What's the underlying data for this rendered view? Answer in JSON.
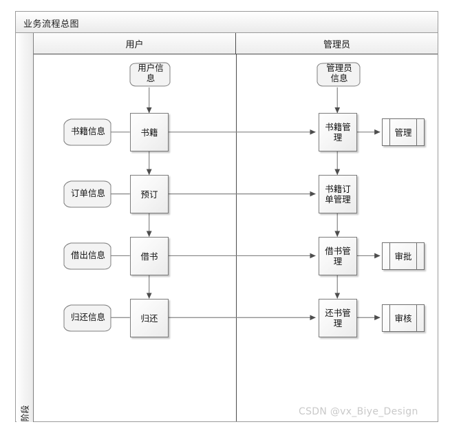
{
  "diagram": {
    "title": "业务流程总图",
    "phase_label": "阶段",
    "lanes": [
      {
        "id": "user",
        "label": "用户"
      },
      {
        "id": "admin",
        "label": "管理员"
      }
    ],
    "nodes": {
      "user_info": {
        "label": "用户信息",
        "shape": "document"
      },
      "book": {
        "label": "书籍",
        "shape": "process"
      },
      "book_info": {
        "label": "书籍信息",
        "shape": "document"
      },
      "reserve": {
        "label": "预订",
        "shape": "process"
      },
      "order_info": {
        "label": "订单信息",
        "shape": "document"
      },
      "borrow": {
        "label": "借书",
        "shape": "process"
      },
      "borrow_info": {
        "label": "借出信息",
        "shape": "document"
      },
      "return": {
        "label": "归还",
        "shape": "process"
      },
      "return_info": {
        "label": "归还信息",
        "shape": "document"
      },
      "admin_info": {
        "label": "管理员信息",
        "shape": "document"
      },
      "book_manage": {
        "label": "书籍管理",
        "shape": "process"
      },
      "manage": {
        "label": "管理",
        "shape": "predefined"
      },
      "book_order_manage": {
        "label": "书籍订单管理",
        "shape": "process"
      },
      "borrow_manage": {
        "label": "借书管理",
        "shape": "process"
      },
      "approve": {
        "label": "审批",
        "shape": "predefined"
      },
      "return_manage": {
        "label": "还书管理",
        "shape": "process"
      },
      "audit": {
        "label": "审核",
        "shape": "predefined"
      }
    }
  },
  "watermark": {
    "text": "CSDN @vx_Biye_Design"
  }
}
